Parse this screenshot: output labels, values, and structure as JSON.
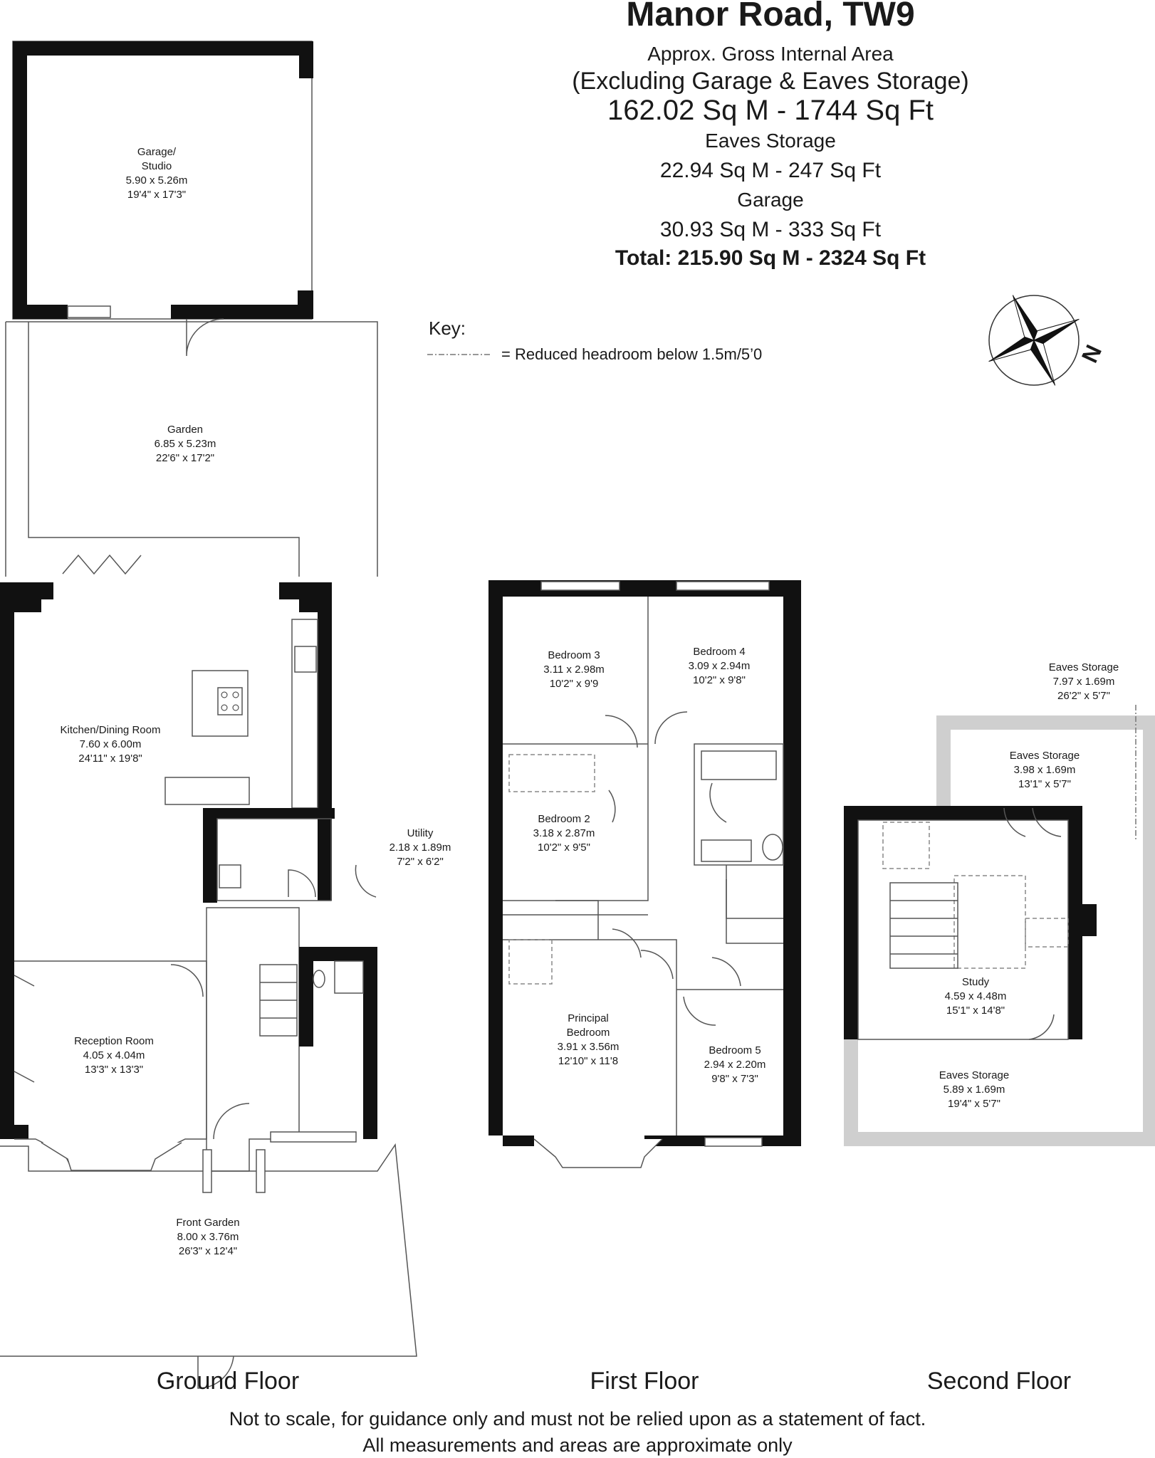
{
  "header": {
    "title": "Manor Road, TW9",
    "line1": "Approx. Gross Internal Area",
    "line2": "(Excluding Garage & Eaves Storage)",
    "line3": "162.02 Sq M -  1744 Sq Ft",
    "line4": "Eaves Storage",
    "line5": "22.94 Sq M -  247 Sq Ft",
    "line6": "Garage",
    "line7": "30.93 Sq M -  333 Sq Ft",
    "line8": "Total: 215.90 Sq M -  2324 Sq Ft"
  },
  "key": {
    "title": "Key:",
    "text": "= Reduced headroom below 1.5m/5’0"
  },
  "compass": {
    "label": "N"
  },
  "rooms": {
    "garage": {
      "name": "Garage/",
      "name2": "Studio",
      "metric": "5.90 x 5.26m",
      "imperial": "19'4\" x 17'3\""
    },
    "garden": {
      "name": "Garden",
      "metric": "6.85 x 5.23m",
      "imperial": "22'6\" x 17'2\""
    },
    "kitchen": {
      "name": "Kitchen/Dining Room",
      "metric": "7.60 x 6.00m",
      "imperial": "24'11\" x 19'8\""
    },
    "utility": {
      "name": "Utility",
      "metric": "2.18 x 1.89m",
      "imperial": "7'2\" x 6'2\""
    },
    "reception": {
      "name": "Reception Room",
      "metric": "4.05 x 4.04m",
      "imperial": "13'3\" x 13'3\""
    },
    "front_garden": {
      "name": "Front Garden",
      "metric": "8.00 x 3.76m",
      "imperial": "26'3\" x 12'4\""
    },
    "bedroom3": {
      "name": "Bedroom 3",
      "metric": "3.11 x 2.98m",
      "imperial": "10'2\" x 9'9"
    },
    "bedroom4": {
      "name": "Bedroom 4",
      "metric": "3.09 x 2.94m",
      "imperial": "10'2\" x 9'8\""
    },
    "bedroom2": {
      "name": "Bedroom 2",
      "metric": "3.18 x 2.87m",
      "imperial": "10'2\" x 9'5\""
    },
    "principal": {
      "name": "Principal",
      "name2": "Bedroom",
      "metric": "3.91 x 3.56m",
      "imperial": "12'10\" x 11'8"
    },
    "bedroom5": {
      "name": "Bedroom 5",
      "metric": "2.94 x 2.20m",
      "imperial": "9'8\" x 7'3\""
    },
    "eaves_right": {
      "name": "Eaves Storage",
      "metric": "7.97 x 1.69m",
      "imperial": "26'2\" x 5'7\""
    },
    "eaves_top": {
      "name": "Eaves Storage",
      "metric": "3.98 x 1.69m",
      "imperial": "13'1\" x 5'7\""
    },
    "study": {
      "name": "Study",
      "metric": "4.59 x 4.48m",
      "imperial": "15'1\" x 14'8\""
    },
    "eaves_bottom": {
      "name": "Eaves Storage",
      "metric": "5.89 x 1.69m",
      "imperial": "19'4\" x 5'7\""
    }
  },
  "floors": {
    "ground": "Ground Floor",
    "first": "First Floor",
    "second": "Second Floor"
  },
  "footer": {
    "line1": "Not to scale, for guidance only and must not be relied upon as a statement of fact.",
    "line2": "All measurements and areas are approximate only"
  }
}
